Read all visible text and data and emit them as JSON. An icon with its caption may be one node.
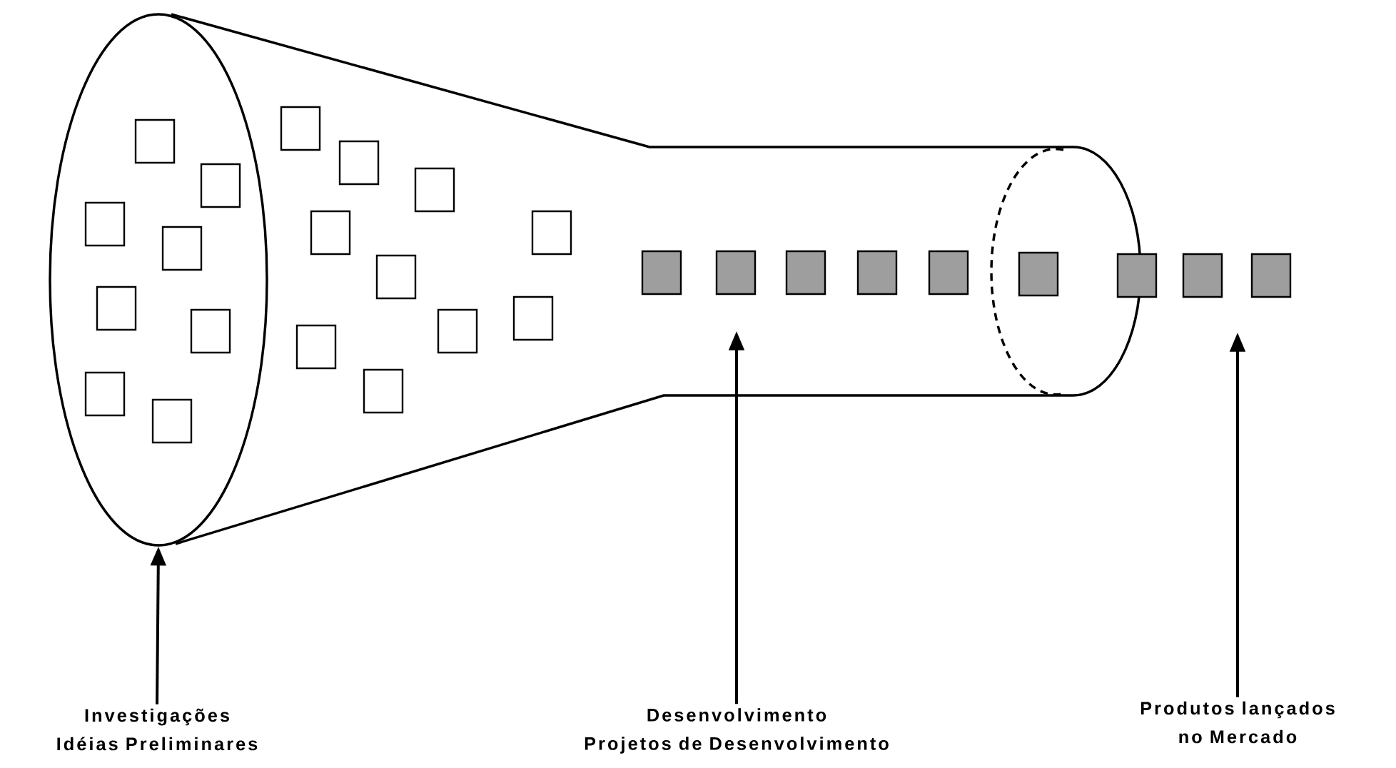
{
  "diagram": {
    "nodes": [
      {
        "text": [],
        "shape": "ellipse"
      },
      {
        "text": [
          "Investigações",
          "Idéias Preliminares"
        ]
      },
      {
        "text": [
          "Desenvolvimento",
          "Projetos de Desenvolvimento"
        ]
      },
      {
        "text": [
          "Produtos lançados",
          "no Mercado"
        ]
      }
    ],
    "edges": [
      {
        "from": 1,
        "to": 0,
        "arrow": "to"
      },
      {
        "from": 2,
        "to": null,
        "arrow": "to"
      },
      {
        "from": 3,
        "to": null,
        "arrow": "to"
      }
    ]
  }
}
